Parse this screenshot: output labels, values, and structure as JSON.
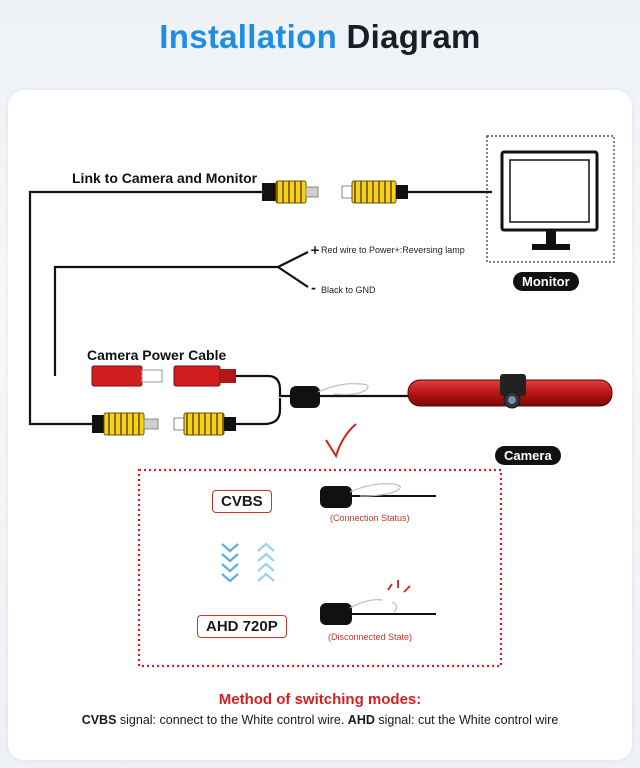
{
  "title": {
    "part1": "Installation",
    "part2": "Diagram"
  },
  "labels": {
    "link": "Link to Camera and Monitor",
    "red_wire": "Red wire to Power+:Reversing lamp",
    "black_wire": "Black to GND",
    "power_cable": "Camera Power Cable",
    "monitor": "Monitor",
    "camera": "Camera"
  },
  "modes": {
    "cvbs": "CVBS",
    "connection_status": "(Connection Status)",
    "ahd": "AHD 720P",
    "disconnected_state": "(Disconnected State)"
  },
  "footer": {
    "heading": "Method of switching modes:",
    "cvbs_term": "CVBS",
    "cvbs_text": " signal: connect to the White control wire. ",
    "ahd_term": "AHD",
    "ahd_text": " signal: cut the White control wire"
  },
  "colors": {
    "accent_blue": "#1f8de0",
    "alert_red": "#d42020",
    "rca_yellow": "#f2d21b",
    "power_red": "#d11f1f"
  }
}
